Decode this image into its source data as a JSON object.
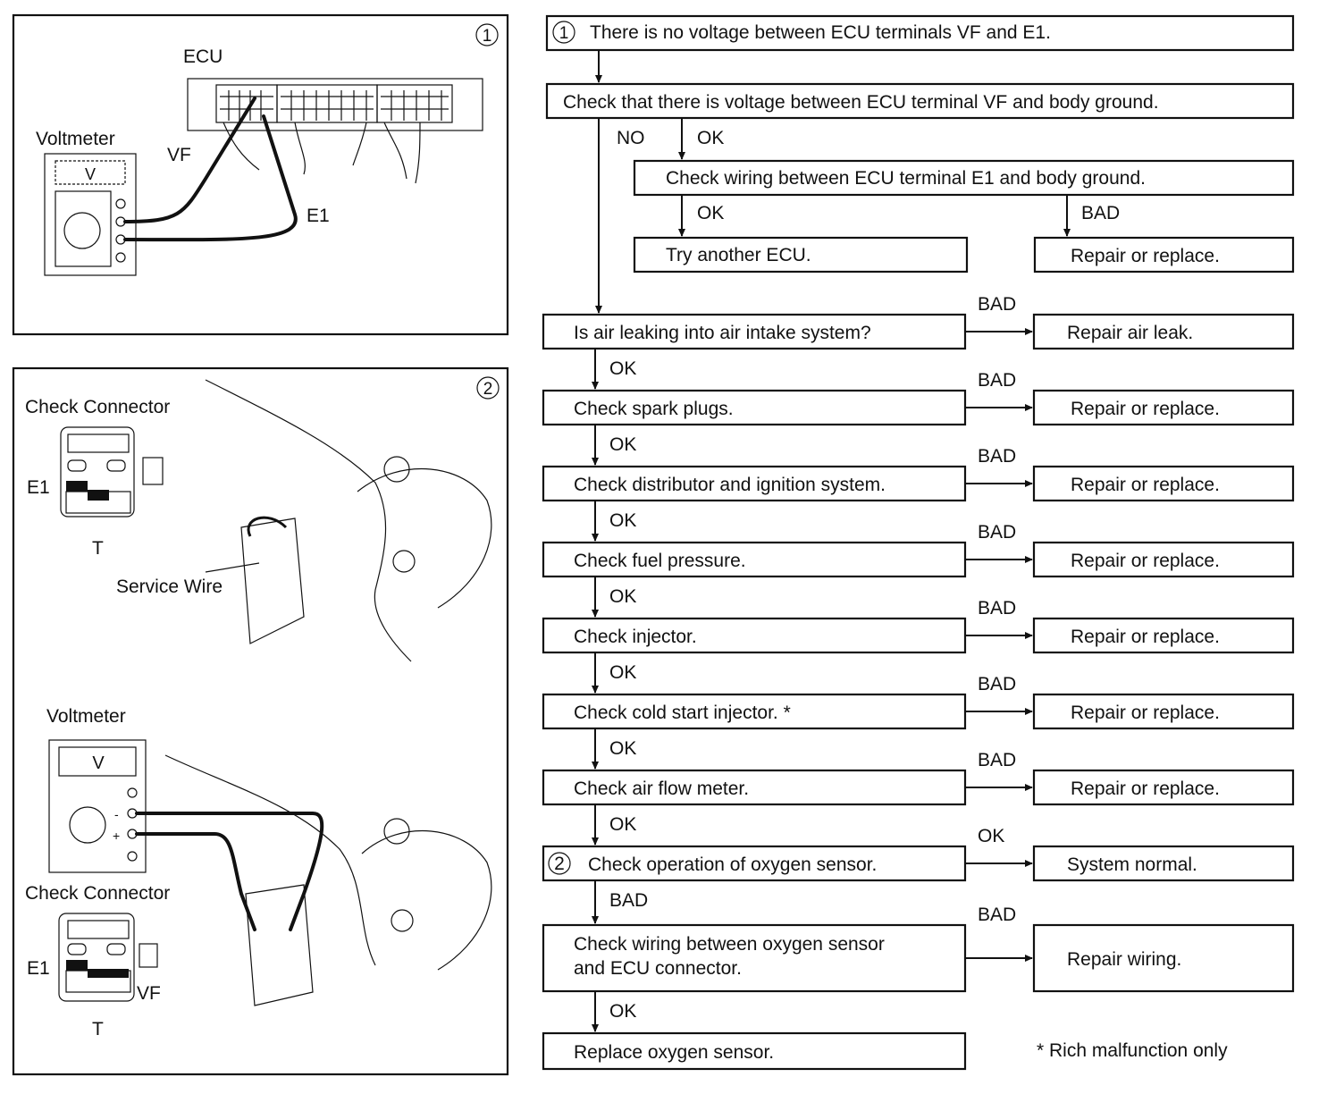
{
  "figure1": {
    "number": "1",
    "ecu_label": "ECU",
    "voltmeter_label": "Voltmeter",
    "voltmeter_display": "V",
    "vf_label": "VF",
    "e1_label": "E1"
  },
  "figure2": {
    "number": "2",
    "check_connector_label_top": "Check Connector",
    "e1_label_top": "E1",
    "t_label_top": "T",
    "service_wire_label": "Service Wire",
    "voltmeter_label": "Voltmeter",
    "voltmeter_display": "V",
    "minus_sign": "-",
    "plus_sign": "+",
    "check_connector_label_bottom": "Check Connector",
    "e1_label_bottom": "E1",
    "vf_label_bottom": "VF",
    "t_label_bottom": "T"
  },
  "flowchart": {
    "start": {
      "marker": "1",
      "text": "There is no voltage between ECU terminals VF and E1."
    },
    "check_vf_ground": "Check that there is voltage between ECU terminal VF and body ground.",
    "label_no": "NO",
    "label_ok": "OK",
    "label_bad": "BAD",
    "check_e1_wiring": "Check wiring between ECU terminal E1 and body ground.",
    "try_another_ecu": "Try another ECU.",
    "repair_or_replace": "Repair or replace.",
    "steps": [
      {
        "text": "Is air leaking into air intake system?",
        "outcome_label": "BAD",
        "outcome": "Repair air leak.",
        "next_label": "OK"
      },
      {
        "text": "Check spark plugs.",
        "outcome_label": "BAD",
        "outcome": "Repair or replace.",
        "next_label": "OK"
      },
      {
        "text": "Check distributor and ignition system.",
        "outcome_label": "BAD",
        "outcome": "Repair or replace.",
        "next_label": "OK"
      },
      {
        "text": "Check fuel pressure.",
        "outcome_label": "BAD",
        "outcome": "Repair or replace.",
        "next_label": "OK"
      },
      {
        "text": "Check injector.",
        "outcome_label": "BAD",
        "outcome": "Repair or replace.",
        "next_label": "OK"
      },
      {
        "text": "Check cold start injector. *",
        "outcome_label": "BAD",
        "outcome": "Repair or replace.",
        "next_label": "OK"
      },
      {
        "text": "Check air flow meter.",
        "outcome_label": "BAD",
        "outcome": "Repair or replace.",
        "next_label": "OK"
      },
      {
        "marker": "2",
        "text": "Check operation of oxygen sensor.",
        "outcome_label": "OK",
        "outcome": "System normal.",
        "next_label": "BAD"
      },
      {
        "text": "Check wiring between oxygen sensor",
        "text2": "and ECU connector.",
        "outcome_label": "BAD",
        "outcome": "Repair wiring.",
        "next_label": "OK"
      },
      {
        "text": "Replace oxygen sensor."
      }
    ],
    "footnote": "* Rich malfunction only"
  }
}
